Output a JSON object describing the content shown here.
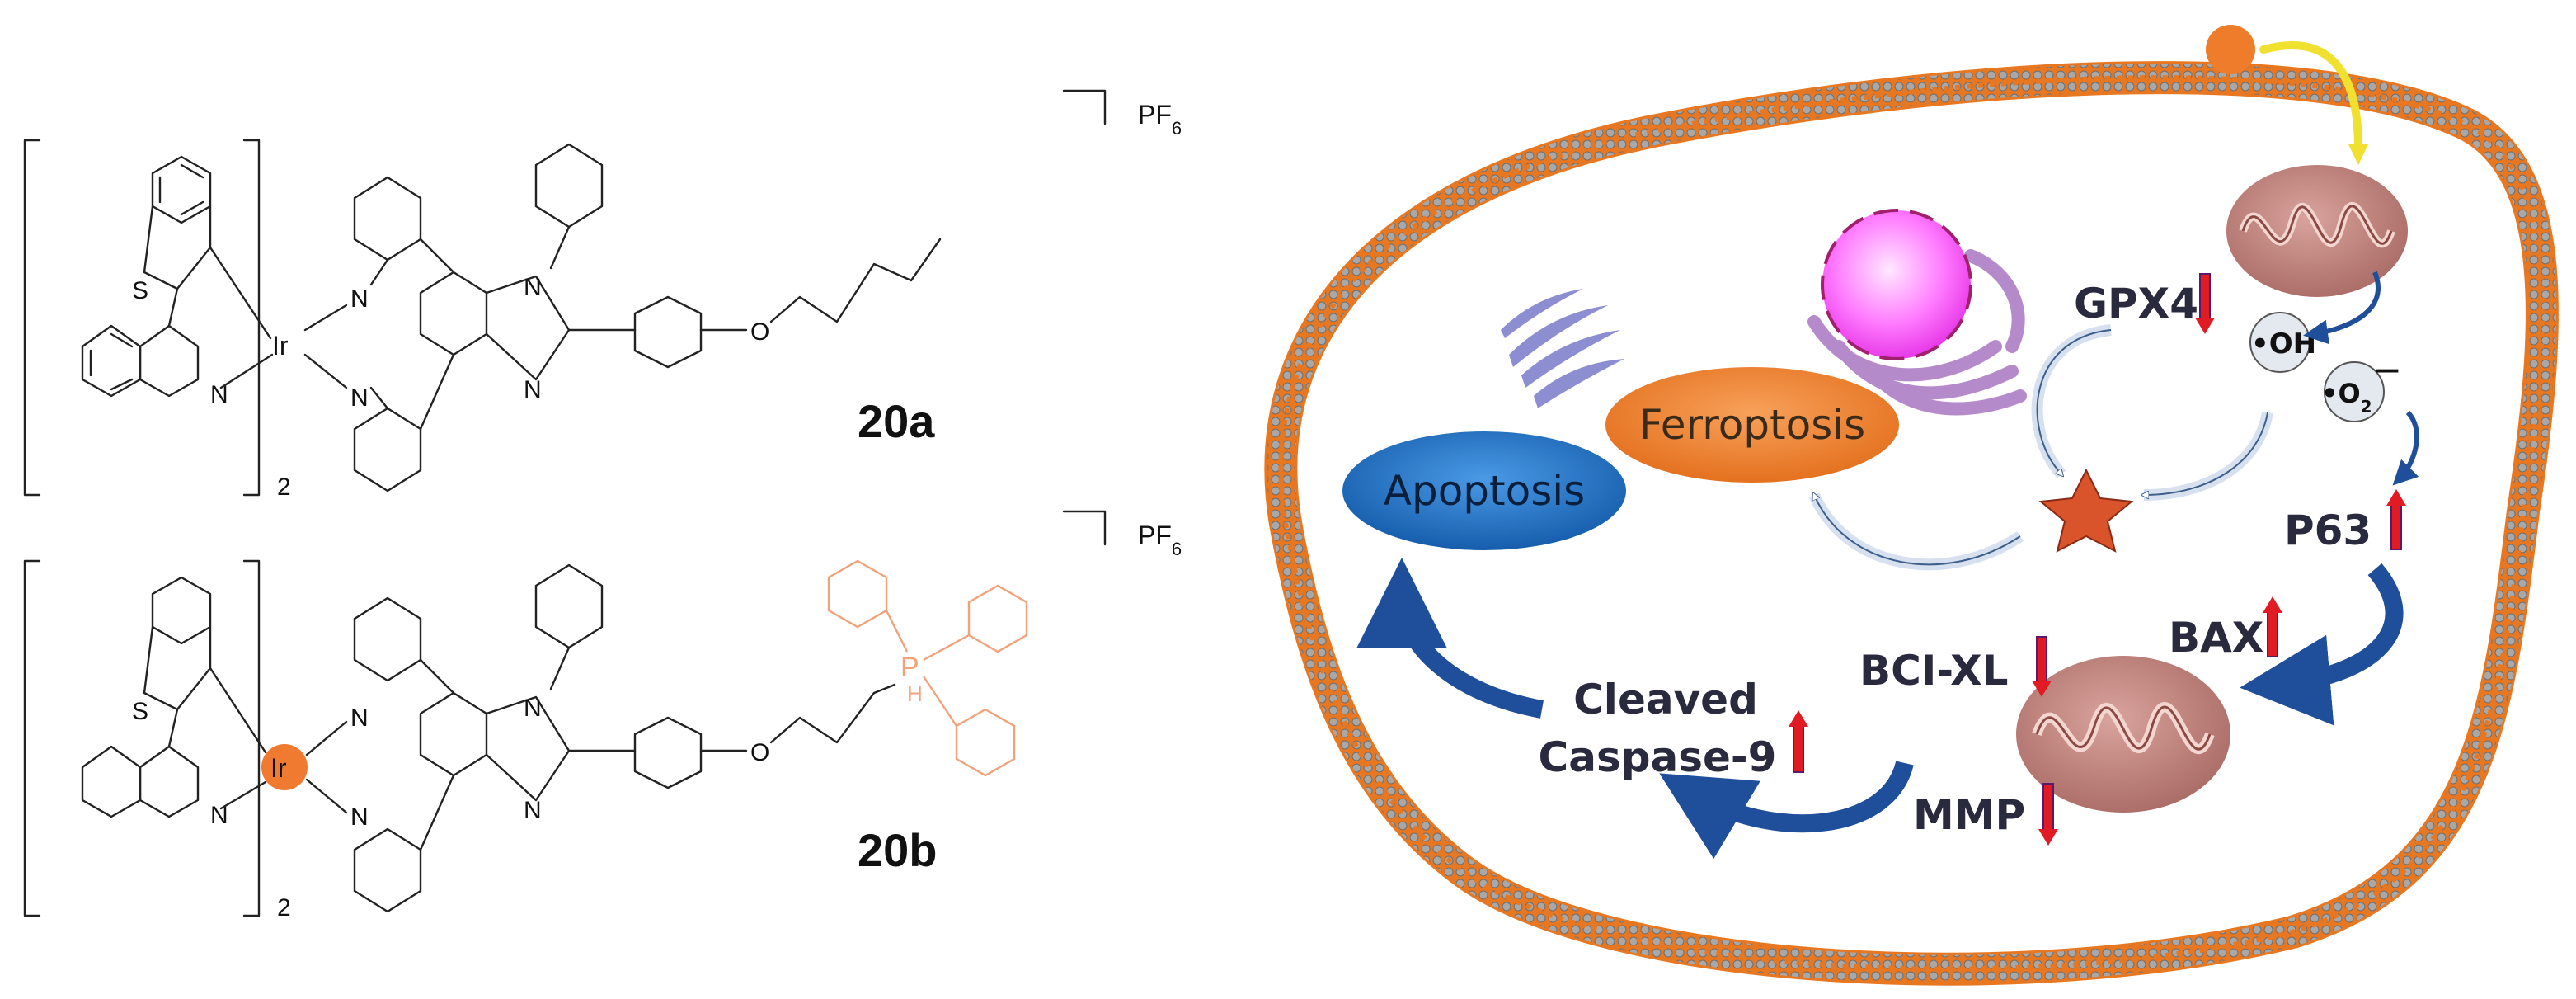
{
  "chemistry": {
    "counter_ion_top": "PF",
    "counter_ion_top_sub": "6",
    "counter_ion_bottom": "PF",
    "counter_ion_bottom_sub": "6",
    "bracket_subscript_top": "2",
    "bracket_subscript_bottom": "2",
    "atom_S": "S",
    "atom_N": "N",
    "atom_O": "O",
    "atom_Ir": "Ir",
    "atom_P": "P",
    "atom_H": "H",
    "compound_a": "20a",
    "compound_b": "20b",
    "colors": {
      "highlight": "#f07a30",
      "substituent": "#f0a27a"
    }
  },
  "cell": {
    "apoptosis": "Apoptosis",
    "ferroptosis": "Ferroptosis",
    "gpx4": "GPX4",
    "oh_radical": "•OH",
    "o2_radical": "•O",
    "o2_sub": "2",
    "o2_sup": "—",
    "p63": "P63",
    "bax": "BAX",
    "bcl_xl": "BCI-XL",
    "mmp": "MMP",
    "cleaved_line1": "Cleaved",
    "cleaved_line2": "Caspase-9",
    "colors": {
      "membrane_outer": "#e87722",
      "membrane_beads": "#9a9a9a",
      "apoptosis_fill": "#1f6fc4",
      "ferroptosis_fill": "#ee7c2a",
      "arrow_dark": "#1f4e9a",
      "arrow_light": "#d6e0ee",
      "up_arrow": "#e01b24",
      "mito_fill": "#c98c86",
      "star": "#d9532b",
      "lysosome": "#ff66ff",
      "er": "#b58acb"
    }
  }
}
